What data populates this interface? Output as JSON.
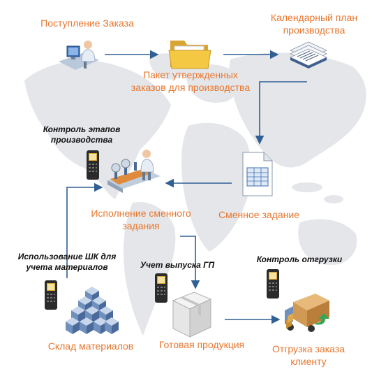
{
  "labels": {
    "order_intake": "Поступление Заказа",
    "calendar_plan": "Календарный план производства",
    "approved_package": "Пакет утвержденных заказов для производства",
    "shift_task": "Сменное задание",
    "shift_execution": "Исполнение сменного задания",
    "materials_warehouse": "Склад материалов",
    "finished_goods": "Готовая продукция",
    "client_shipment": "Отгрузка заказа клиенту"
  },
  "captions": {
    "stage_control": "Контроль этапов производства",
    "barcode_materials": "Использование ШК для учета материалов",
    "fg_output": "Учет выпуска ГП",
    "shipment_control": "Контроль отгрузки"
  },
  "colors": {
    "label_text": "#e8772e",
    "arrow": "#2f5f93",
    "map": "#e4e6ea",
    "caption_text": "#111111"
  },
  "icons": [
    "operator-at-computer-icon",
    "folder-icon",
    "documents-stack-icon",
    "spreadsheet-document-icon",
    "assembly-line-worker-icon",
    "handheld-scanner-icon",
    "boxes-pile-icon",
    "package-box-icon",
    "delivery-truck-icon"
  ]
}
